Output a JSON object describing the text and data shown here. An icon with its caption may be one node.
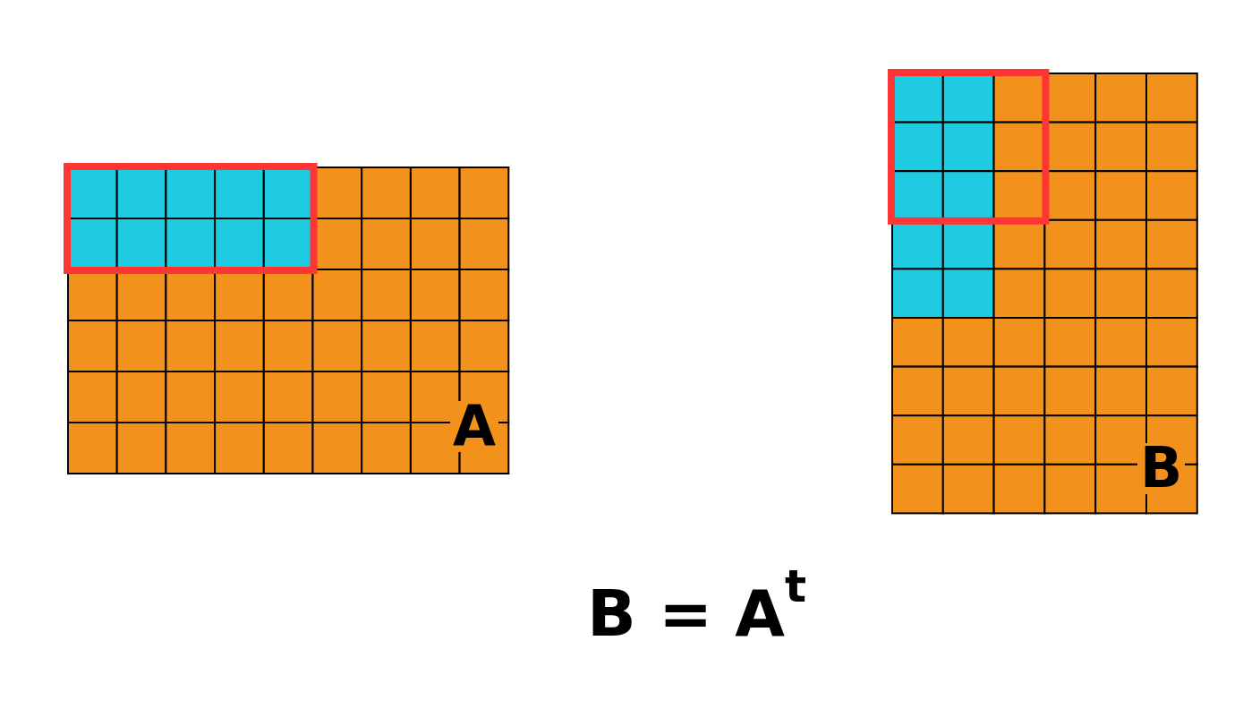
{
  "diagram": {
    "labels": [
      "A",
      "B",
      "B = A$^{t}$"
    ]
  }
}
